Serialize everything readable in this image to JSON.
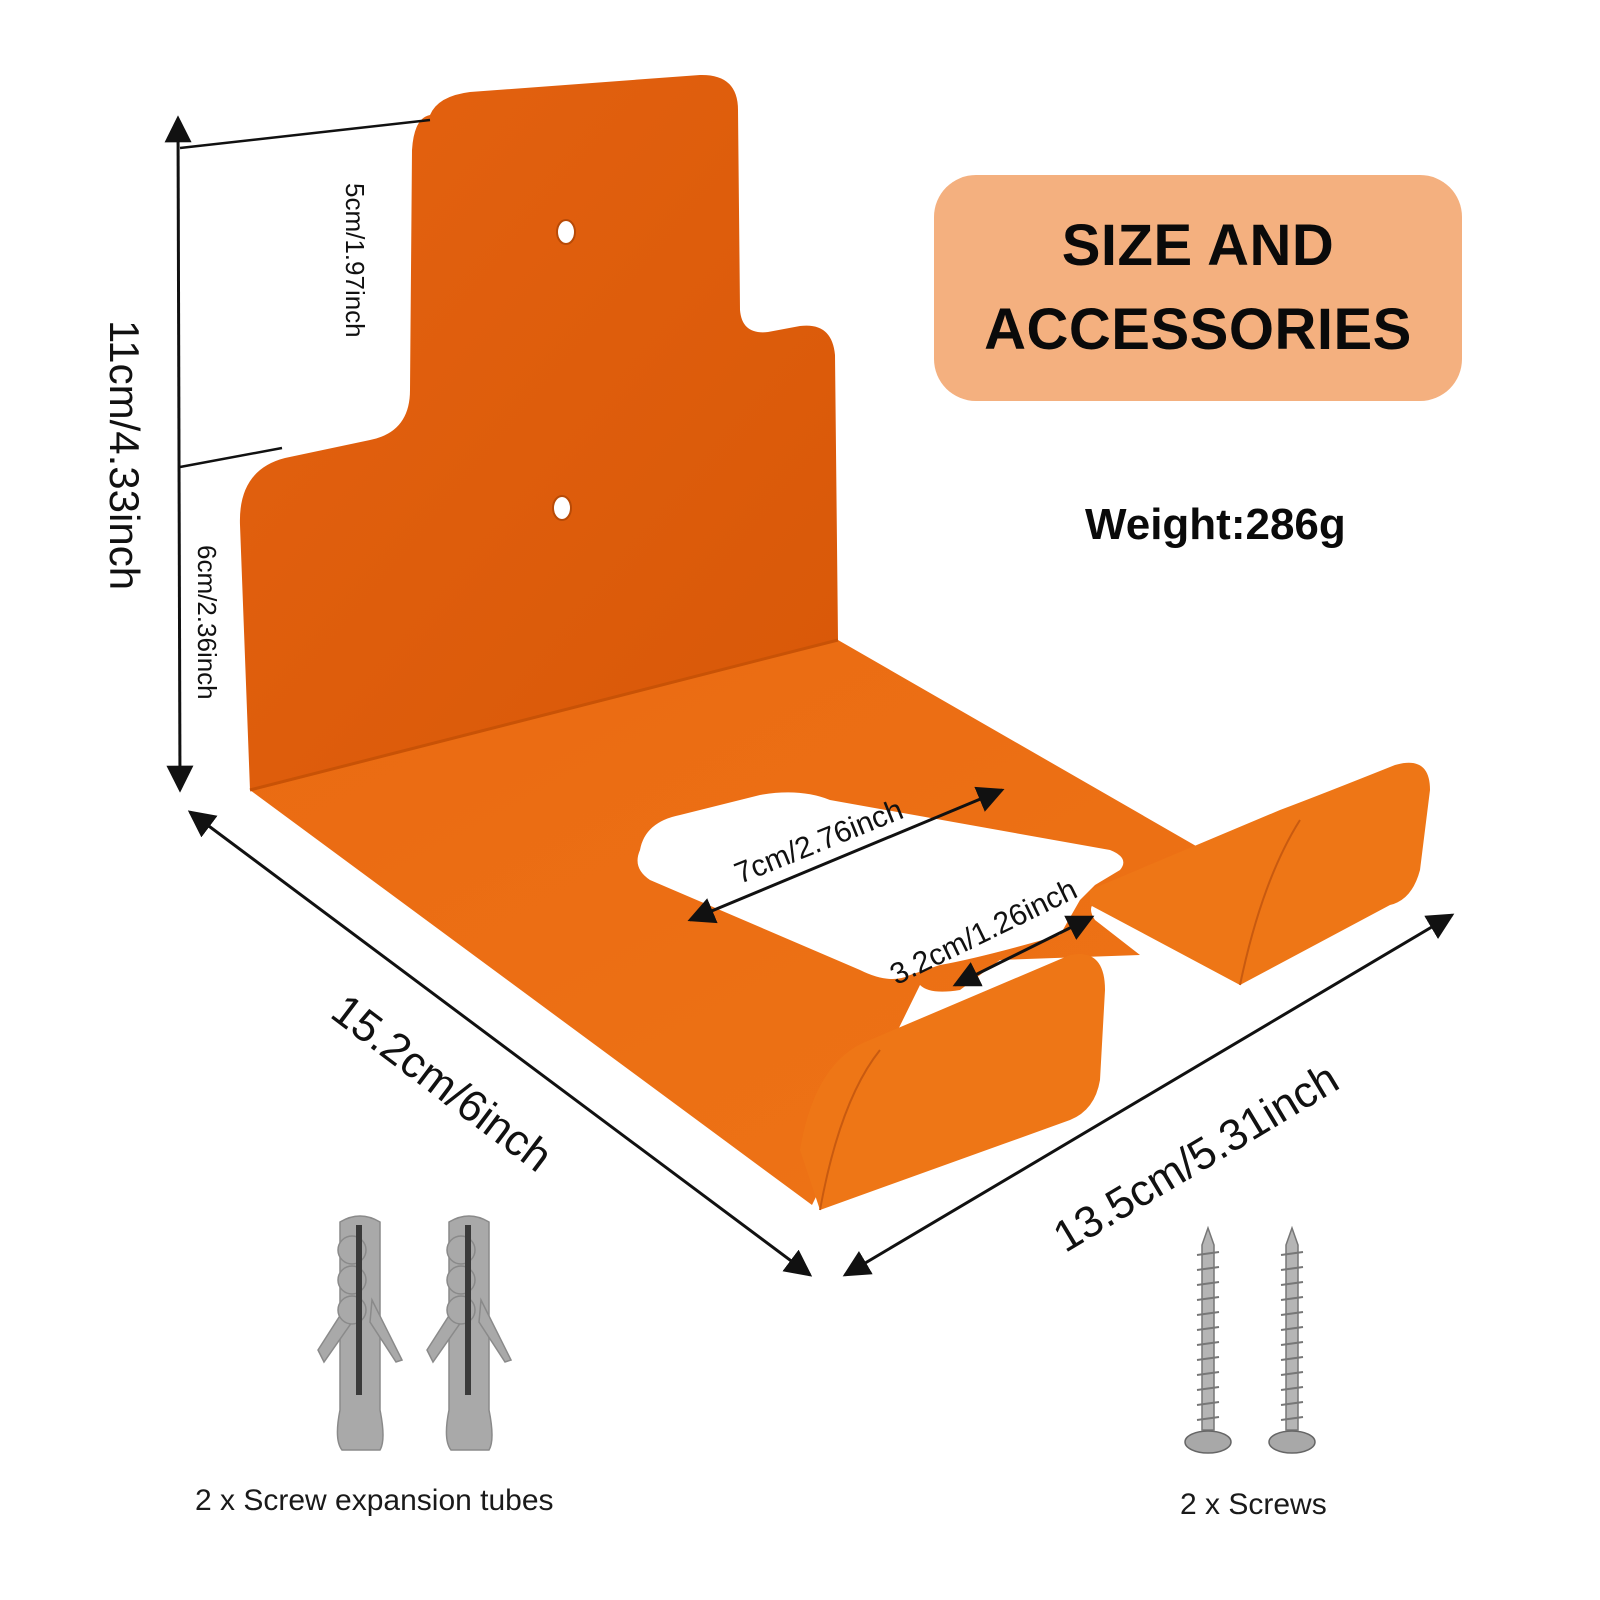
{
  "badge": {
    "line1": "SIZE AND",
    "line2": "ACCESSORIES",
    "color": "#f4b07f"
  },
  "weight_label": "Weight:286g",
  "product": {
    "color_primary": "#e8630f",
    "color_shadow": "#d25508",
    "holes": 2
  },
  "dimensions": {
    "total_height": "11cm/4.33inch",
    "upper_tab_height": "5cm/1.97inch",
    "lower_back_height": "6cm/2.36inch",
    "depth": "15.2cm/6inch",
    "width": "13.5cm/5.31inch",
    "cutout_depth": "7cm/2.76inch",
    "slot_width": "3.2cm/1.26inch"
  },
  "accessories": [
    {
      "caption": "2 x Screw expansion tubes",
      "count": 2,
      "type": "wall-anchor"
    },
    {
      "caption": "2 x Screws",
      "count": 2,
      "type": "screw"
    }
  ]
}
